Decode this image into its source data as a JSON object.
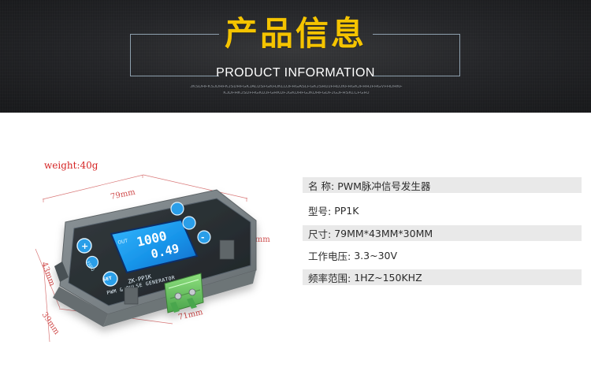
{
  "header": {
    "title": "产品信息",
    "subtitle": "PRODUCT INFORMATION",
    "noise_line_1": "JKSDHFKSJDHFKJSDHFGKJALDSFGKHJKLDJFHGASLFGKJSHDJFHDJKFHGKJFHHJFHGVFHDHKF",
    "noise_line_2": "KJDFHKJSDFHGKDJFGHKDFJGKDHFGJKDHFGDFJGJFHSKLCFGHJ"
  },
  "product": {
    "weight": "weight:40g",
    "dimensions": {
      "width": "79mm",
      "height": "43mm",
      "depth": "30mm",
      "depth_bottom": "39mm",
      "bottom_width": "71mm"
    },
    "device": {
      "model": "ZK-PP1K",
      "name": "PWM & PULSE GENERATOR",
      "display_top": "1000",
      "display_bottom": "0.49",
      "display_left": "OUT",
      "button_freq": "FREQ",
      "button_set": "SET",
      "button_plus": "+",
      "button_minus": "-"
    }
  },
  "specs": [
    {
      "label": "名 称:",
      "value": "PWM脉冲信号发生器"
    },
    {
      "label": "型号:",
      "value": "PP1K"
    },
    {
      "label": "尺寸:",
      "value": "79MM*43MM*30MM"
    },
    {
      "label": "工作电压:",
      "value": "3.3~30V"
    },
    {
      "label": "频率范围:",
      "value": "1HZ~150KHZ"
    }
  ]
}
